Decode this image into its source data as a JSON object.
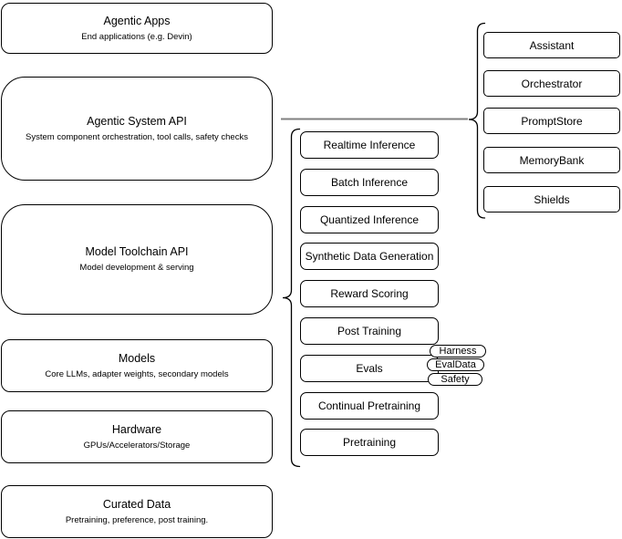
{
  "diagram": {
    "stack": [
      {
        "title": "Agentic Apps",
        "subtitle": "End applications (e.g. Devin)"
      },
      {
        "title": "Agentic System API",
        "subtitle": "System component orchestration, tool calls, safety checks"
      },
      {
        "title": "Model Toolchain API",
        "subtitle": "Model development & serving"
      },
      {
        "title": "Models",
        "subtitle": "Core LLMs, adapter weights, secondary models"
      },
      {
        "title": "Hardware",
        "subtitle": "GPUs/Accelerators/Storage"
      },
      {
        "title": "Curated Data",
        "subtitle": "Pretraining, preference, post training."
      }
    ],
    "toolchain": [
      "Realtime Inference",
      "Batch Inference",
      "Quantized Inference",
      "Synthetic Data Generation",
      "Reward Scoring",
      "Post Training",
      "Evals",
      "Continual Pretraining",
      "Pretraining"
    ],
    "evals_tags": [
      "Harness",
      "EvalData",
      "Safety"
    ],
    "system_components": [
      "Assistant",
      "Orchestrator",
      "PromptStore",
      "MemoryBank",
      "Shields"
    ],
    "colors": {
      "node_border": "#000000",
      "node_fill": "#ffffff",
      "connector": "#808080",
      "text": "#000000"
    }
  }
}
